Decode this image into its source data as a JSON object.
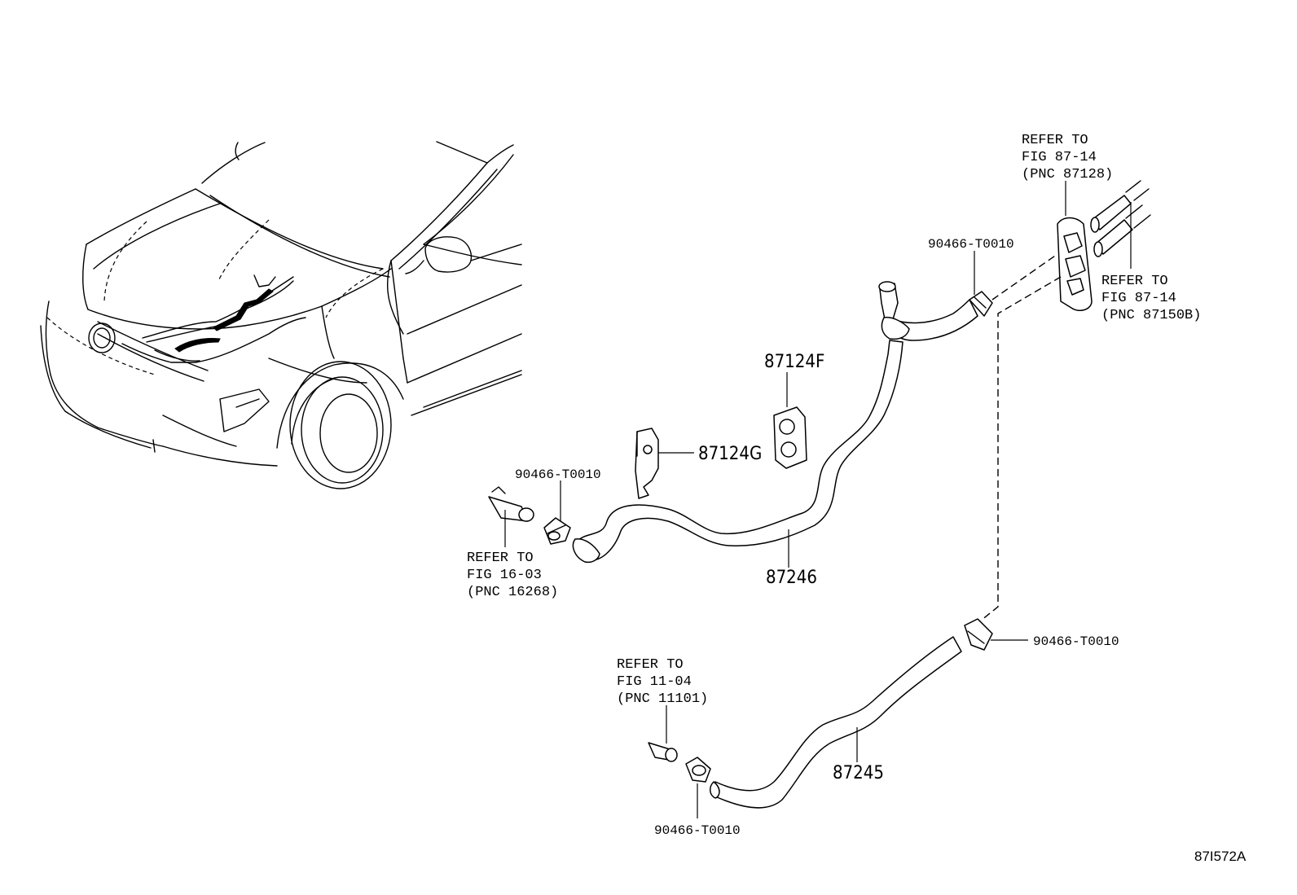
{
  "part_numbers": {
    "p87124F": "87124F",
    "p87124G": "87124G",
    "p87246": "87246",
    "p87245": "87245"
  },
  "clamp_label": "90466-T0010",
  "references": {
    "ref_87128": [
      "REFER TO",
      "FIG 87-14",
      "(PNC 87128)"
    ],
    "ref_87150B": [
      "REFER TO",
      "FIG 87-14",
      "(PNC 87150B)"
    ],
    "ref_16268": [
      "REFER TO",
      "FIG 16-03",
      "(PNC 16268)"
    ],
    "ref_11101": [
      "REFER TO",
      "FIG 11-04",
      "(PNC 11101)"
    ]
  },
  "diagram_code": "87I572A"
}
